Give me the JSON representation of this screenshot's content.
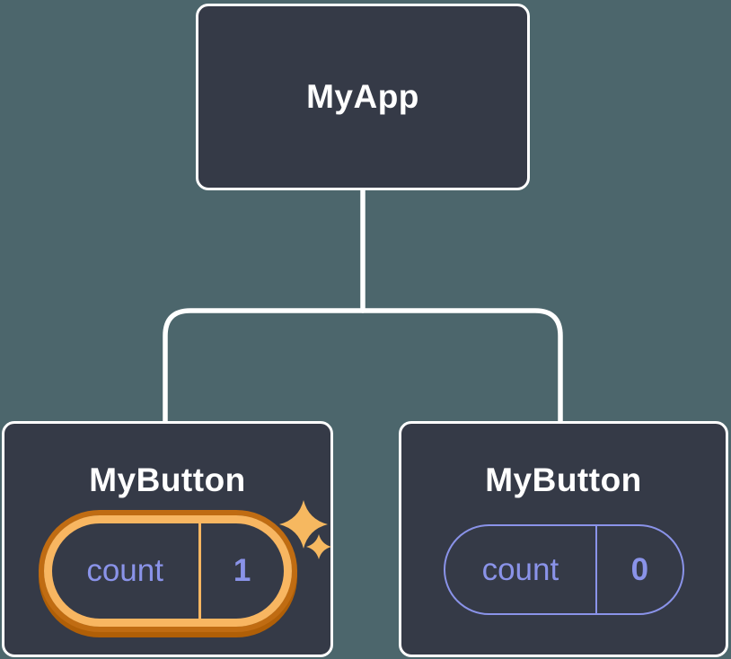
{
  "diagram": {
    "description": "React component tree showing isolated state between two MyButton instances",
    "colors": {
      "background": "#4c666c",
      "node_fill": "#353a47",
      "node_border": "#ffffff",
      "connector": "#ffffff",
      "label_text": "#ffffff",
      "state_text": "#8a93e9",
      "state_pill_border": "#8a93e9",
      "highlight_gold": "#f8b661",
      "highlight_dark_orange": "#c06c12",
      "sparkle_gold": "#f6b860"
    },
    "root": {
      "label": "MyApp"
    },
    "children": [
      {
        "label": "MyButton",
        "highlighted": true,
        "sparkles": true,
        "state": {
          "label": "count",
          "value": "1"
        }
      },
      {
        "label": "MyButton",
        "highlighted": false,
        "sparkles": false,
        "state": {
          "label": "count",
          "value": "0"
        }
      }
    ]
  }
}
